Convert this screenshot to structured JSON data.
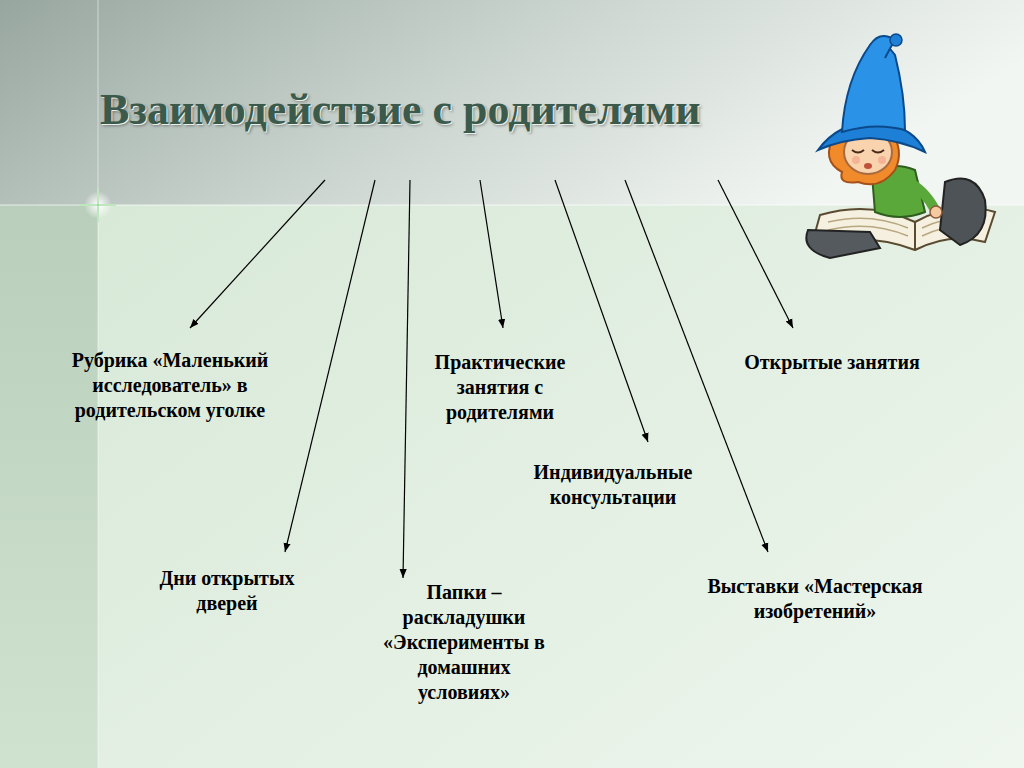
{
  "diagram": {
    "nodes": [
      {
        "text": [
          "Взаимодействие с родителями"
        ]
      },
      {
        "text": [
          "Рубрика «Маленький исследователь» в родительском уголке"
        ]
      },
      {
        "text": [
          "Практические занятия с родителями"
        ]
      },
      {
        "text": [
          "Открытые занятия"
        ]
      },
      {
        "text": [
          "Индивидуальные консультации"
        ]
      },
      {
        "text": [
          "Дни открытых дверей"
        ]
      },
      {
        "text": [
          "Папки – раскладушки «Эксперименты в домашних условиях»"
        ]
      },
      {
        "text": [
          "Выставки «Мастерская изобретений»"
        ]
      }
    ],
    "edges": [
      {
        "from": 0,
        "to": 1,
        "arrow": "to"
      },
      {
        "from": 0,
        "to": 5,
        "arrow": "to"
      },
      {
        "from": 0,
        "to": 6,
        "arrow": "to"
      },
      {
        "from": 0,
        "to": 2,
        "arrow": "to"
      },
      {
        "from": 0,
        "to": 4,
        "arrow": "to"
      },
      {
        "from": 0,
        "to": 7,
        "arrow": "to"
      },
      {
        "from": 0,
        "to": 3,
        "arrow": "to"
      }
    ]
  }
}
